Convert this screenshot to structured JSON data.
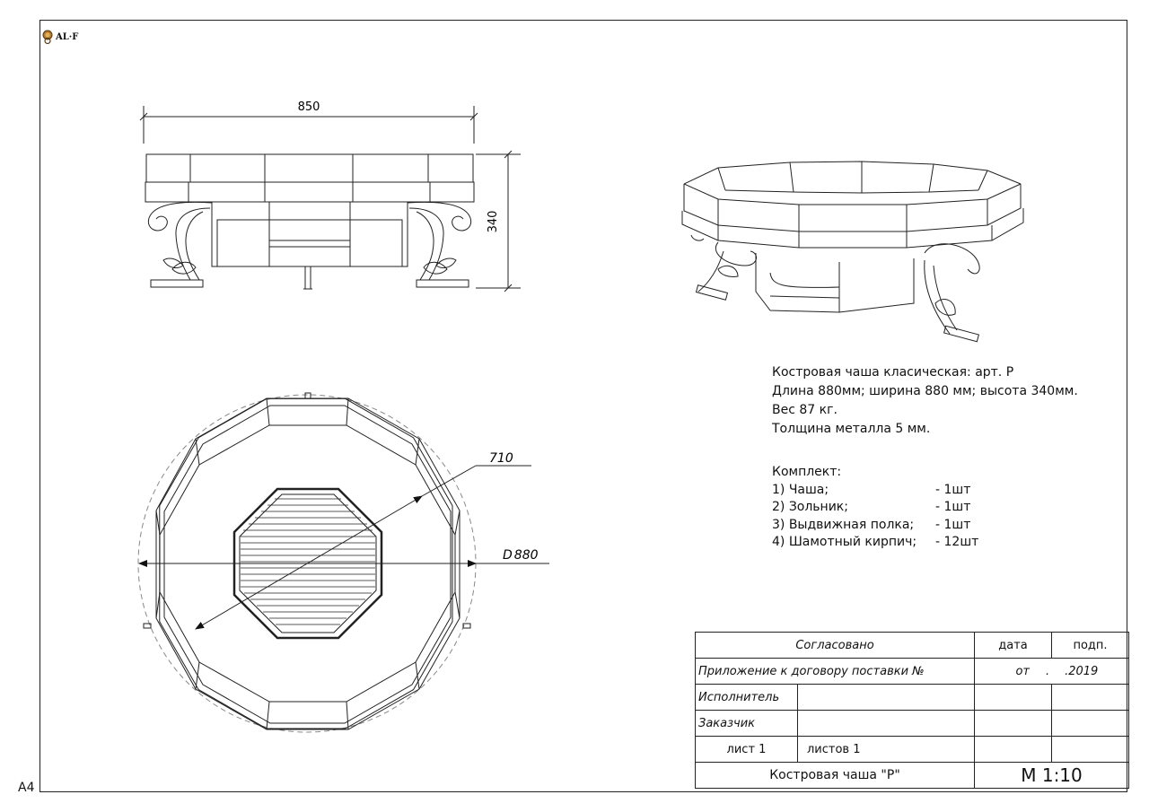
{
  "sheet_format": "A4",
  "logo": {
    "text": "AL·F"
  },
  "dimensions": {
    "width": "850",
    "height": "340",
    "diameter_prefix": "D",
    "diameter": "880",
    "inner": "710"
  },
  "spec": [
    "Костровая чаша класическая: арт. Р",
    "Длина 880мм; ширина 880 мм; высота 340мм.",
    "Вес 87 кг.",
    "Толщина металла 5 мм."
  ],
  "kit": {
    "title": "Комплект:",
    "items": [
      {
        "name": "1) Чаша;",
        "qty": "- 1шт"
      },
      {
        "name": "2) Зольник;",
        "qty": "- 1шт"
      },
      {
        "name": "3) Выдвижная полка;",
        "qty": "- 1шт"
      },
      {
        "name": "4) Шамотный кирпич;",
        "qty": "- 12шт"
      }
    ]
  },
  "title_block": {
    "agreed": "Согласовано",
    "date": "дата",
    "sign": "подп.",
    "appendix": "Приложение к договору поставки №",
    "from": "от",
    "dot": ".",
    "year": ".2019",
    "executor": "Исполнитель",
    "customer": "Заказчик",
    "sheet": "лист 1",
    "sheets": "листов 1",
    "title": "Костровая чаша \"Р\"",
    "scale": "М 1:10"
  }
}
